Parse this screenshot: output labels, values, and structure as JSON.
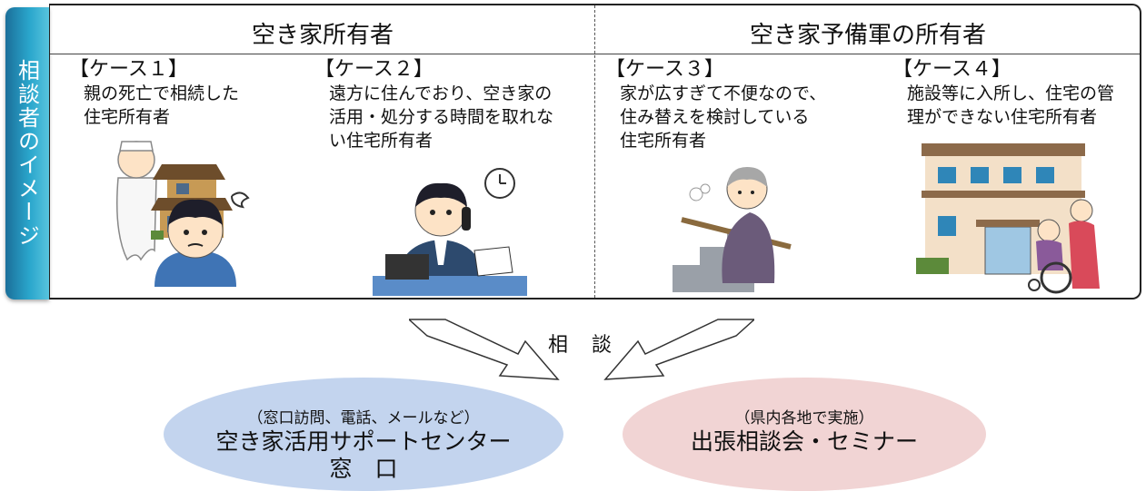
{
  "side_label": "相談者のイメージ",
  "groups": [
    {
      "title": "空き家所有者",
      "cases": [
        {
          "title": "【ケース１】",
          "lines": [
            "親の死亡で相続した",
            "住宅所有者"
          ]
        },
        {
          "title": "【ケース２】",
          "lines": [
            "遠方に住んでおり、空き家の",
            "活用・処分する時間を取れな",
            "い住宅所有者"
          ]
        }
      ]
    },
    {
      "title": "空き家予備軍の所有者",
      "cases": [
        {
          "title": "【ケース３】",
          "lines": [
            "家が広すぎて不便なので、",
            "住み替えを検討している",
            "住宅所有者"
          ]
        },
        {
          "title": "【ケース４】",
          "lines": [
            "施設等に入所し、住宅の管",
            "理ができない住宅所有者"
          ]
        }
      ]
    }
  ],
  "consult_label": "相談",
  "windows": [
    {
      "sub": "（窓口訪問、電話、メールなど）",
      "main": "空き家活用サポートセンター",
      "main2": "窓　口",
      "color": "#c3d4ee"
    },
    {
      "sub": "（県内各地で実施）",
      "main": "出張相談会・セミナー",
      "color": "#f1d4d4"
    }
  ]
}
